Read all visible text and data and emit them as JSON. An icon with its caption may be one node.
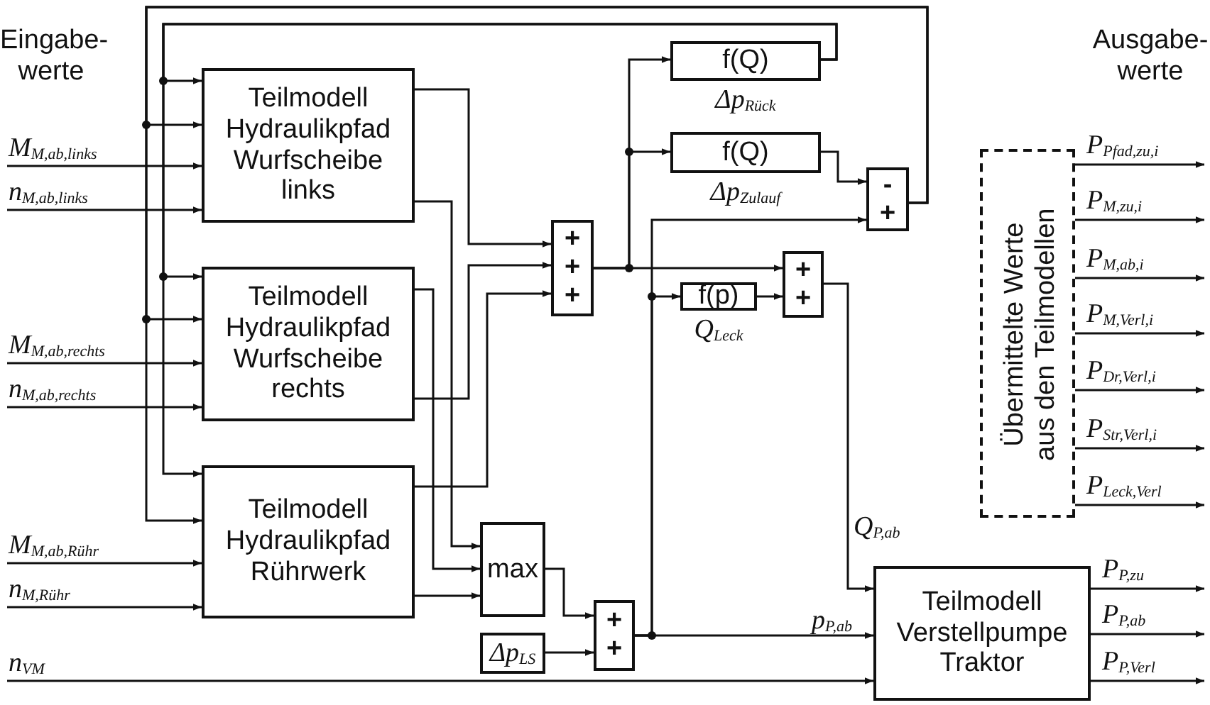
{
  "diagram": {
    "nodes": [
      {
        "text": [
          "Teilmodell Hydraulikpfad Wurfscheibe links"
        ]
      },
      {
        "text": [
          "Teilmodell Hydraulikpfad Wurfscheibe rechts"
        ]
      },
      {
        "text": [
          "Teilmodell Hydraulikpfad Rührwerk"
        ]
      },
      {
        "text": [
          "+ + +"
        ]
      },
      {
        "text": [
          "max"
        ]
      },
      {
        "text": [
          "Δp$_{LS}$"
        ]
      },
      {
        "text": [
          "+ +"
        ]
      },
      {
        "text": [
          "f(Q)"
        ],
        "beside": [
          "Δp$_{Rück}$"
        ]
      },
      {
        "text": [
          "f(Q)"
        ],
        "beside": [
          "Δp$_{Zulauf}$"
        ]
      },
      {
        "text": [
          "- +"
        ]
      },
      {
        "text": [
          "f(p)"
        ],
        "beside": [
          "Q$_{Leck}$"
        ]
      },
      {
        "text": [
          "+ +"
        ]
      },
      {
        "text": [
          "Teilmodell Verstellpumpe Traktor"
        ]
      },
      {
        "text": [
          "Übermittelte Werte aus den Teilmodellen"
        ]
      }
    ],
    "edges": [
      {
        "from": null,
        "to": 0,
        "arrow": "to",
        "label": "M$_{M,ab,links}$"
      },
      {
        "from": null,
        "to": 0,
        "arrow": "to",
        "label": "n$_{M,ab,links}$"
      },
      {
        "from": null,
        "to": 1,
        "arrow": "to",
        "label": "M$_{M,ab,rechts}$"
      },
      {
        "from": null,
        "to": 1,
        "arrow": "to",
        "label": "n$_{M,ab,rechts}$"
      },
      {
        "from": null,
        "to": 2,
        "arrow": "to",
        "label": "M$_{M,ab,Rühr}$"
      },
      {
        "from": null,
        "to": 2,
        "arrow": "to",
        "label": "n$_{M,Rühr}$"
      },
      {
        "from": null,
        "to": 12,
        "arrow": "to",
        "label": "n$_{VM}$"
      },
      {
        "from": 0,
        "to": 3,
        "arrow": "to"
      },
      {
        "from": 0,
        "to": 4,
        "arrow": "to"
      },
      {
        "from": 1,
        "to": 3,
        "arrow": "to"
      },
      {
        "from": 1,
        "to": 4,
        "arrow": "to"
      },
      {
        "from": 2,
        "to": 3,
        "arrow": "to"
      },
      {
        "from": 2,
        "to": 4,
        "arrow": "to"
      },
      {
        "from": 4,
        "to": 6,
        "arrow": "to"
      },
      {
        "from": 5,
        "to": 6,
        "arrow": "to"
      },
      {
        "from": 3,
        "to": 11,
        "arrow": "to"
      },
      {
        "from": 3,
        "to": 7,
        "arrow": "to"
      },
      {
        "from": 3,
        "to": 8,
        "arrow": "to"
      },
      {
        "from": 8,
        "to": 9,
        "arrow": "to"
      },
      {
        "from": 7,
        "to": 0,
        "arrow": "to"
      },
      {
        "from": 7,
        "to": 1,
        "arrow": "to"
      },
      {
        "from": 7,
        "to": 2,
        "arrow": "to"
      },
      {
        "from": 9,
        "to": 0,
        "arrow": "to"
      },
      {
        "from": 9,
        "to": 1,
        "arrow": "to"
      },
      {
        "from": 9,
        "to": 2,
        "arrow": "to"
      },
      {
        "from": 6,
        "to": 12,
        "arrow": "to",
        "label": "p$_{P,ab}$"
      },
      {
        "from": 6,
        "to": 10,
        "arrow": "to"
      },
      {
        "from": 6,
        "to": 9,
        "arrow": "to"
      },
      {
        "from": 10,
        "to": 11,
        "arrow": "to"
      },
      {
        "from": 11,
        "to": 12,
        "arrow": "to",
        "label": "Q$_{P,ab}$"
      },
      {
        "from": 13,
        "to": null,
        "arrow": "to",
        "label": "P$_{Pfad,zu,i}$"
      },
      {
        "from": 13,
        "to": null,
        "arrow": "to",
        "label": "P$_{M,zu,i}$"
      },
      {
        "from": 13,
        "to": null,
        "arrow": "to",
        "label": "P$_{M,ab,i}$"
      },
      {
        "from": 13,
        "to": null,
        "arrow": "to",
        "label": "P$_{M,Verl,i}$"
      },
      {
        "from": 13,
        "to": null,
        "arrow": "to",
        "label": "P$_{Dr,Verl,i}$"
      },
      {
        "from": 13,
        "to": null,
        "arrow": "to",
        "label": "P$_{Str,Verl,i}$"
      },
      {
        "from": 13,
        "to": null,
        "arrow": "to",
        "label": "P$_{Leck,Verl}$"
      },
      {
        "from": 12,
        "to": null,
        "arrow": "to",
        "label": "P$_{P,zu}$"
      },
      {
        "from": 12,
        "to": null,
        "arrow": "to",
        "label": "P$_{P,ab}$"
      },
      {
        "from": 12,
        "to": null,
        "arrow": "to",
        "label": "P$_{P,Verl}$"
      }
    ],
    "labels": [
      "Eingabe- werte",
      "Ausgabe- werte"
    ]
  }
}
